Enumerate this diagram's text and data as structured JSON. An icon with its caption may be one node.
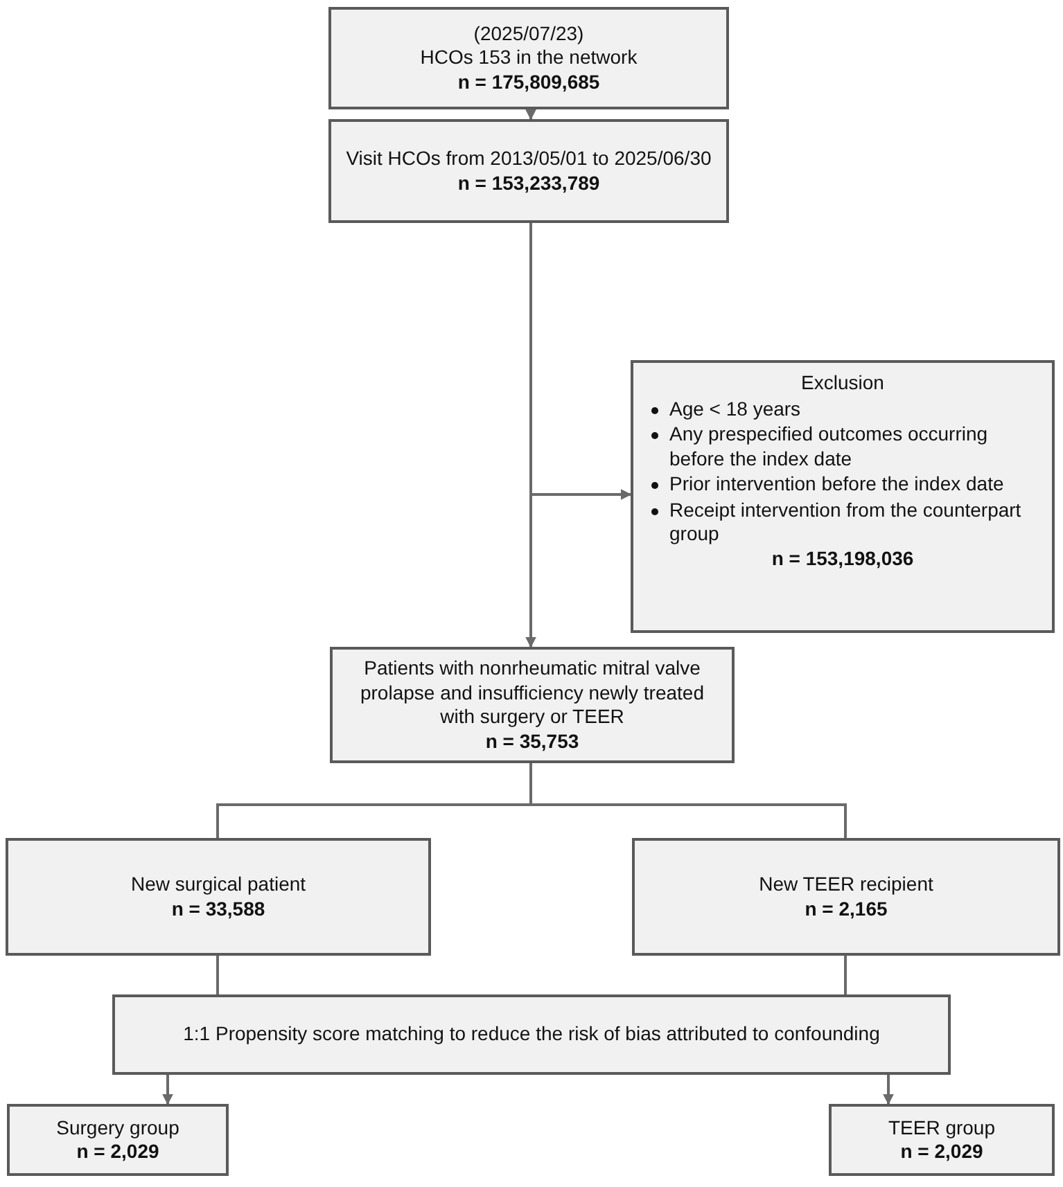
{
  "diagram": {
    "nodes": [
      {
        "text": [
          "(2025/07/23)",
          "HCOs 153 in the network",
          "n = 175,809,685"
        ]
      },
      {
        "text": [
          "Visit HCOs from 2013/05/01 to 2025/06/30",
          "n = 153,233,789"
        ]
      },
      {
        "text": [
          "Exclusion",
          "Age < 18 years",
          "Any prespecified outcomes occurring before the index date",
          "Prior intervention before the index date",
          "Receipt intervention from the counterpart group",
          "n = 153,198,036"
        ]
      },
      {
        "text": [
          "Patients with nonrheumatic mitral valve prolapse and insufficiency newly treated with surgery or TEER",
          "n = 35,753"
        ]
      },
      {
        "text": [
          "New surgical patient",
          "n = 33,588"
        ]
      },
      {
        "text": [
          "New TEER recipient",
          "n = 2,165"
        ]
      },
      {
        "text": [
          "1:1 Propensity score matching to reduce the risk of bias attributed to confounding"
        ]
      },
      {
        "text": [
          "Surgery group",
          "n = 2,029"
        ]
      },
      {
        "text": [
          "TEER group",
          "n = 2,029"
        ]
      }
    ],
    "edges": [
      {
        "from": 0,
        "to": 1,
        "arrow": "to"
      },
      {
        "from": 1,
        "to": 3,
        "arrow": "to"
      },
      {
        "from": 1,
        "to": 2,
        "arrow": "to"
      },
      {
        "from": 3,
        "to": 4,
        "arrow": "none"
      },
      {
        "from": 3,
        "to": 5,
        "arrow": "none"
      },
      {
        "from": 4,
        "to": 6,
        "arrow": "none"
      },
      {
        "from": 5,
        "to": 6,
        "arrow": "none"
      },
      {
        "from": 6,
        "to": 7,
        "arrow": "to"
      },
      {
        "from": 6,
        "to": 8,
        "arrow": "to"
      }
    ]
  }
}
